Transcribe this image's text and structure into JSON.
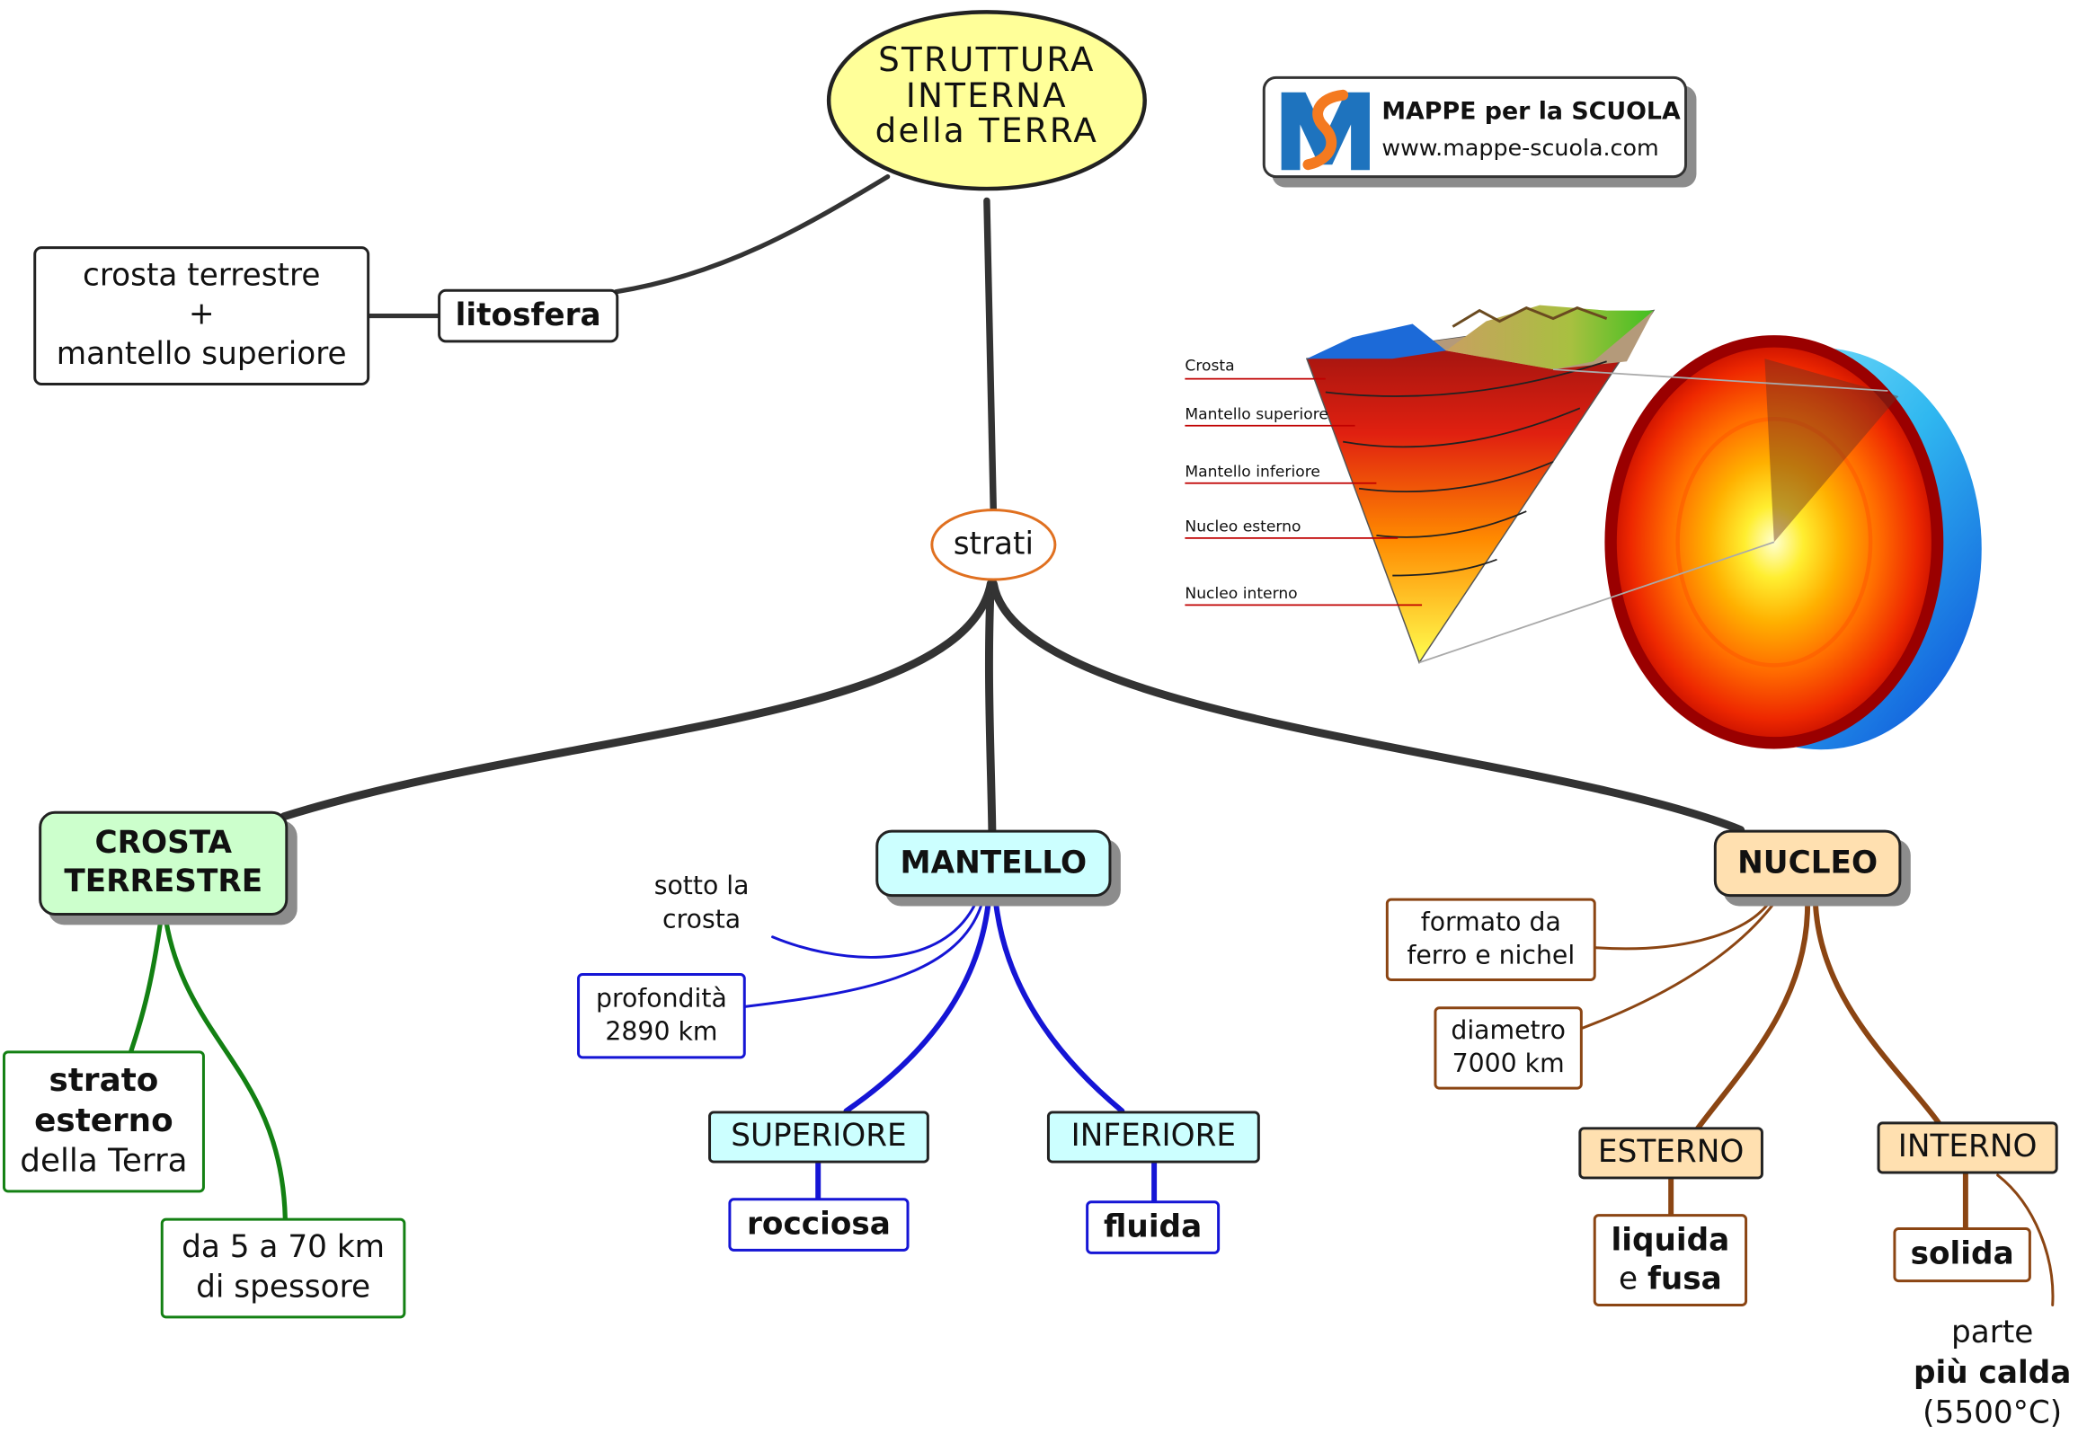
{
  "title": {
    "line1": "STRUTTURA",
    "line2": "INTERNA",
    "line3": "della TERRA"
  },
  "logo": {
    "name": "MAPPE per la SCUOLA",
    "url": "www.mappe-scuola.com"
  },
  "litosfera": {
    "label": "litosfera",
    "def1": "crosta terrestre",
    "def2": "+",
    "def3": "mantello superiore"
  },
  "strati": "strati",
  "crosta": {
    "label1": "CROSTA",
    "label2": "TERRESTRE",
    "desc1": "strato",
    "desc2": "esterno",
    "desc3": "della Terra",
    "thick1": "da 5 a 70 km",
    "thick2": "di spessore"
  },
  "mantello": {
    "label": "MANTELLO",
    "pos1": "sotto la",
    "pos2": "crosta",
    "depth1": "profondità",
    "depth2": "2890 km",
    "upper": "SUPERIORE",
    "upper_state": "rocciosa",
    "lower": "INFERIORE",
    "lower_state": "fluida"
  },
  "nucleo": {
    "label": "NUCLEO",
    "comp1": "formato da",
    "comp2": "ferro e nichel",
    "diam1": "diametro",
    "diam2": "7000 km",
    "outer": "ESTERNO",
    "outer_state1": "liquida",
    "outer_state2": "e",
    "outer_state3": "fusa",
    "inner": "INTERNO",
    "inner_state": "solida",
    "hot1": "parte",
    "hot2": "più calda",
    "hot3": "(5500°C)"
  },
  "illustration": {
    "labels": [
      "Crosta",
      "Mantello superiore",
      "Mantello inferiore",
      "Nucleo esterno",
      "Nucleo interno"
    ]
  },
  "colors": {
    "title_fill": "#ffff99",
    "crosta_fill": "#ccffcc",
    "mantello_fill": "#ccffff",
    "nucleo_fill": "#ffe0b0",
    "crosta_line": "#138013",
    "mantello_line": "#1515d5",
    "nucleo_line": "#8b4513",
    "main_line": "#333333"
  }
}
